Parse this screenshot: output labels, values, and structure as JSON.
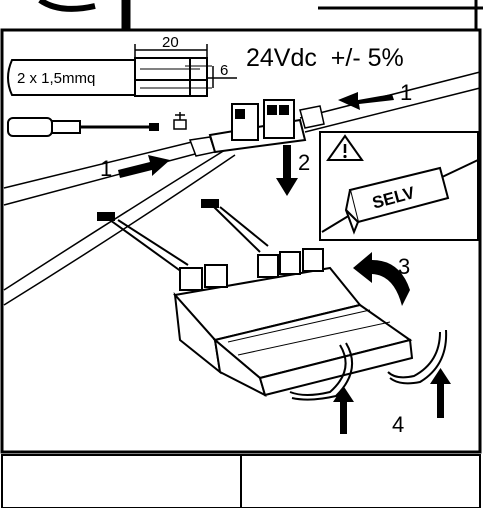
{
  "diagram": {
    "voltage_spec": "24Vdc  +/- 5%",
    "cable_label": "2 x 1,5mmq",
    "dim_strip": "20",
    "dim_tip": "6",
    "steps": {
      "step1_top": "1",
      "step1_left": "1",
      "step2": "2",
      "step3": "3",
      "step4": "4"
    },
    "selv_label": "SELV",
    "warning_icon": "warning-triangle-icon",
    "tool_icons": [
      "screwdriver-icon",
      "screw-icon"
    ]
  }
}
